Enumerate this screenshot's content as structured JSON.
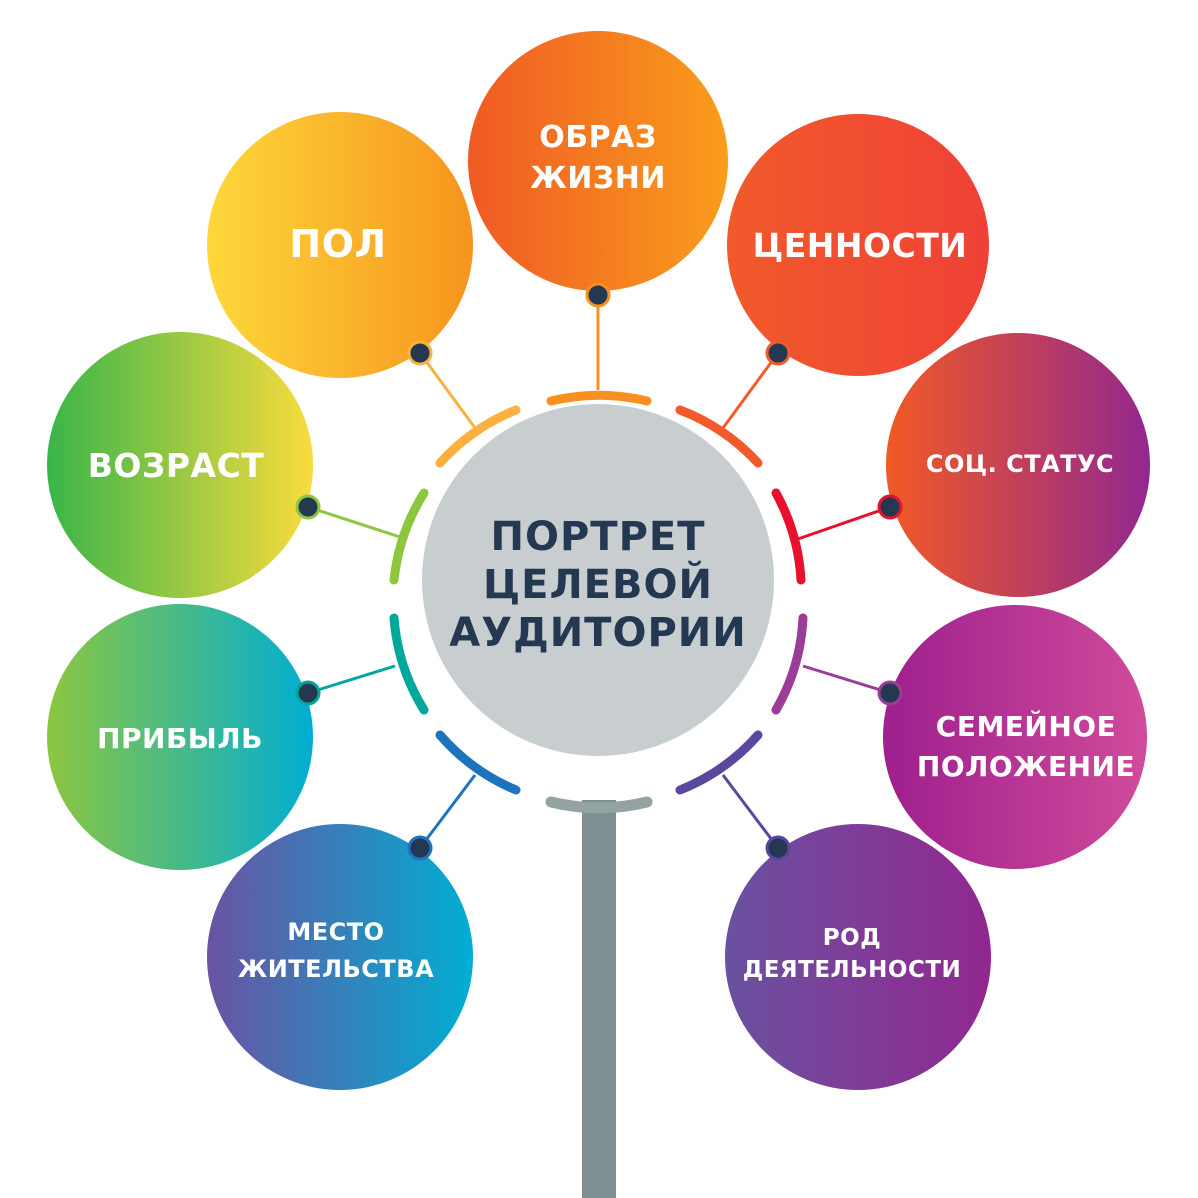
{
  "center": {
    "lines": [
      "ПОРТРЕТ",
      "ЦЕЛЕВОЙ",
      "АУДИТОРИИ"
    ],
    "fill": "#c8cdd0",
    "text_color": "#253852"
  },
  "stem": {
    "color": "#7d8f90",
    "cap_color": "#93a3a2"
  },
  "connector_dot_color": "#253852",
  "nodes": [
    {
      "id": "lifestyle",
      "lines": [
        "ОБРАЗ",
        "ЖИЗНИ"
      ],
      "gradient": [
        "#f05a24",
        "#f99d1c"
      ],
      "accent": "#f7901e"
    },
    {
      "id": "values",
      "lines": [
        "ЦЕННОСТИ"
      ],
      "gradient": [
        "#f15a2b",
        "#ef4136"
      ],
      "accent": "#f15a2b"
    },
    {
      "id": "social-status",
      "lines": [
        "СОЦ. СТАТУС"
      ],
      "gradient": [
        "#f15a24",
        "#92278f"
      ],
      "accent": "#e8112d"
    },
    {
      "id": "family-status",
      "lines": [
        "СЕМЕЙНОЕ",
        "ПОЛОЖЕНИЕ"
      ],
      "gradient": [
        "#9e1f8e",
        "#d04b9a"
      ],
      "accent": "#9b3c97"
    },
    {
      "id": "occupation",
      "lines": [
        "РОД",
        "ДЕЯТЕЛЬНОСТИ"
      ],
      "gradient": [
        "#6952a0",
        "#92278f"
      ],
      "accent": "#5b46a0"
    },
    {
      "id": "residence",
      "lines": [
        "МЕСТО",
        "ЖИТЕЛЬСТВА"
      ],
      "gradient": [
        "#6a53a2",
        "#00aed3"
      ],
      "accent": "#1e73be"
    },
    {
      "id": "income",
      "lines": [
        "ПРИБЫЛЬ"
      ],
      "gradient": [
        "#8dc63f",
        "#00aed3"
      ],
      "accent": "#00a89c"
    },
    {
      "id": "age",
      "lines": [
        "ВОЗРАСТ"
      ],
      "gradient": [
        "#39b54a",
        "#f9dc3c"
      ],
      "accent": "#8dc63f"
    },
    {
      "id": "gender",
      "lines": [
        "ПОЛ"
      ],
      "gradient": [
        "#fdd83b",
        "#f7941d"
      ],
      "accent": "#fbb040"
    }
  ]
}
